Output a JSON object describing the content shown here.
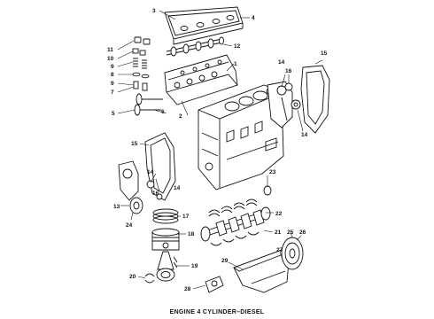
{
  "diagram": {
    "caption": "ENGINE 4 CYLINDER–DIESEL",
    "callouts": [
      {
        "id": "c3",
        "label": "3"
      },
      {
        "id": "c4",
        "label": "4"
      },
      {
        "id": "c11",
        "label": "11"
      },
      {
        "id": "c10",
        "label": "10"
      },
      {
        "id": "c9a",
        "label": "9"
      },
      {
        "id": "c8",
        "label": "8"
      },
      {
        "id": "c9b",
        "label": "9"
      },
      {
        "id": "c7",
        "label": "7"
      },
      {
        "id": "c12",
        "label": "12"
      },
      {
        "id": "c1",
        "label": "1"
      },
      {
        "id": "c15a",
        "label": "15"
      },
      {
        "id": "c14a",
        "label": "14"
      },
      {
        "id": "c16a",
        "label": "16"
      },
      {
        "id": "c14b",
        "label": "14"
      },
      {
        "id": "c5",
        "label": "5"
      },
      {
        "id": "c6",
        "label": "6"
      },
      {
        "id": "c2",
        "label": "2"
      },
      {
        "id": "c15b",
        "label": "15"
      },
      {
        "id": "c14c",
        "label": "14"
      },
      {
        "id": "c16b",
        "label": "16"
      },
      {
        "id": "c14d",
        "label": "14"
      },
      {
        "id": "c13",
        "label": "13"
      },
      {
        "id": "c23",
        "label": "23"
      },
      {
        "id": "c17",
        "label": "17"
      },
      {
        "id": "c22",
        "label": "22"
      },
      {
        "id": "c24",
        "label": "24"
      },
      {
        "id": "c18",
        "label": "18"
      },
      {
        "id": "c21",
        "label": "21"
      },
      {
        "id": "c25",
        "label": "25"
      },
      {
        "id": "c26",
        "label": "26"
      },
      {
        "id": "c27",
        "label": "27"
      },
      {
        "id": "c29a",
        "label": "29"
      },
      {
        "id": "c19",
        "label": "19"
      },
      {
        "id": "c20",
        "label": "20"
      },
      {
        "id": "c28",
        "label": "28"
      }
    ]
  }
}
